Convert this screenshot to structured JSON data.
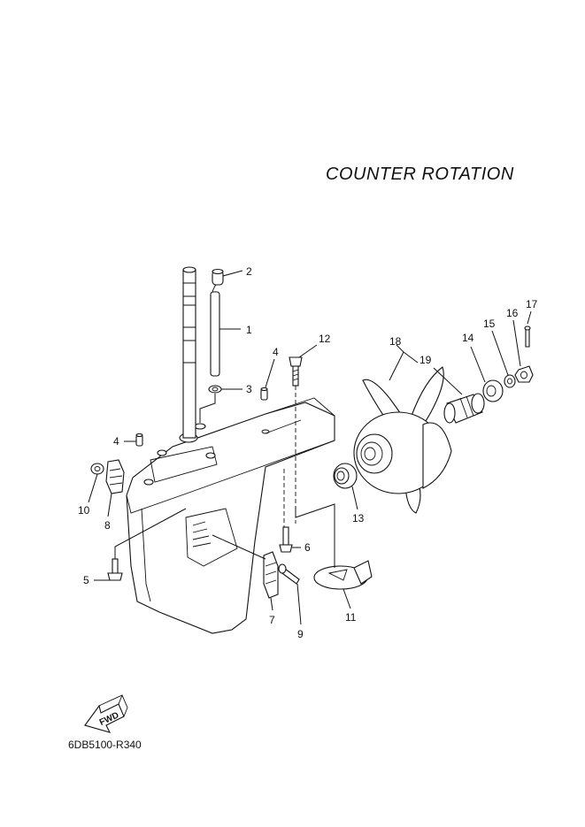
{
  "diagram": {
    "title": "COUNTER  ROTATION",
    "code": "6DB5100-R340",
    "fwd_label": "FWD"
  },
  "callouts": [
    "1",
    "2",
    "3",
    "4",
    "4",
    "5",
    "6",
    "7",
    "8",
    "9",
    "10",
    "11",
    "12",
    "13",
    "14",
    "15",
    "16",
    "17",
    "18",
    "19"
  ]
}
